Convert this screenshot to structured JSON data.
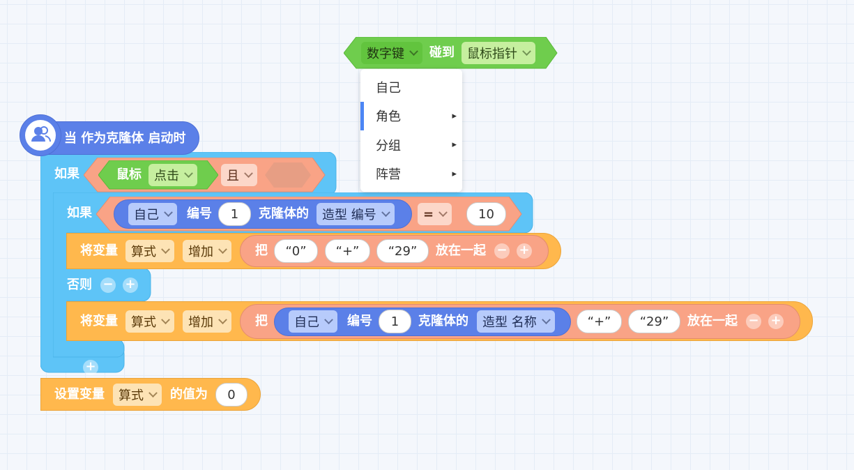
{
  "top_block": {
    "dropdown1": "数字键",
    "verb": "碰到",
    "dropdown2": "鼠标指针"
  },
  "menu": {
    "items": [
      {
        "label": "自己",
        "submenu": false
      },
      {
        "label": "角色",
        "submenu": true
      },
      {
        "label": "分组",
        "submenu": true
      },
      {
        "label": "阵营",
        "submenu": true
      }
    ],
    "arrow": "▸"
  },
  "hat": {
    "label": "当 作为克隆体 启动时"
  },
  "if1": {
    "keyword": "如果",
    "mouse_label": "鼠标",
    "mouse_dropdown": "点击",
    "and_dropdown": "且"
  },
  "if2": {
    "keyword": "如果",
    "self_dropdown": "自己",
    "number_label": "编号",
    "number_value": "1",
    "clone_of": "克隆体的",
    "prop_dropdown": "造型 编号",
    "op_dropdown": "=",
    "compare_value": "10"
  },
  "var1": {
    "label": "将变量",
    "var_dropdown": "算式",
    "action_dropdown": "增加",
    "join_label": "把",
    "items": [
      "“0”",
      "“+”",
      "“29”"
    ],
    "join_tail": "放在一起"
  },
  "else_label": "否则",
  "var2": {
    "label": "将变量",
    "var_dropdown": "算式",
    "action_dropdown": "增加",
    "join_label": "把",
    "self_dropdown": "自己",
    "number_label": "编号",
    "number_value": "1",
    "clone_of": "克隆体的",
    "prop_dropdown": "造型 名称",
    "items": [
      "“+”",
      "“29”"
    ],
    "join_tail": "放在一起"
  },
  "set_var": {
    "label": "设置变量",
    "var_dropdown": "算式",
    "of_value": "的值为",
    "value": "0"
  },
  "buttons": {
    "minus": "−",
    "plus": "+"
  },
  "colors": {
    "green": "#6fcd4d",
    "blue": "#5b80e8",
    "cyan": "#5ec4f7",
    "orange": "#ffb84d",
    "salmon": "#f9a386",
    "menu_accent": "#4c86f5"
  },
  "icons": {
    "hat_icon": "users-icon",
    "chevron": "chevron-down-icon"
  }
}
